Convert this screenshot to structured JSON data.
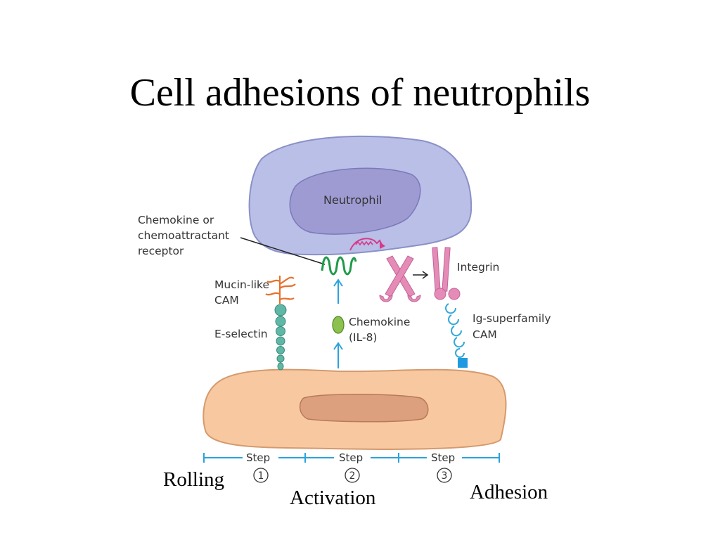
{
  "title": "Cell adhesions of neutrophils",
  "cell_label": "Neutrophil",
  "labels": {
    "receptor_line1": "Chemokine or",
    "receptor_line2": "chemoattractant",
    "receptor_line3": "receptor",
    "mucin_line1": "Mucin-like",
    "mucin_line2": "CAM",
    "eselectin": "E-selectin",
    "chemokine_line1": "Chemokine",
    "chemokine_line2": "(IL-8)",
    "integrin": "Integrin",
    "igsf_line1": "Ig-superfamily",
    "igsf_line2": "CAM"
  },
  "steps": [
    {
      "label": "Step",
      "number": "1"
    },
    {
      "label": "Step",
      "number": "2"
    },
    {
      "label": "Step",
      "number": "3"
    }
  ],
  "phases": {
    "rolling": "Rolling",
    "activation": "Activation",
    "adhesion": "Adhesion"
  },
  "colors": {
    "neutrophil": "#b9bfe6",
    "nucleus": "#9e9bd3",
    "endothelium": "#f8c9a0",
    "endo_nucleus": "#dca07e",
    "selectin": "#5fb8a6",
    "mucin": "#e8702a",
    "receptor": "#1f9a4a",
    "signal": "#d63a8c",
    "integrin": "#e58bb6",
    "igsf": "#35a8d8",
    "arrow": "#2ba3dd"
  }
}
